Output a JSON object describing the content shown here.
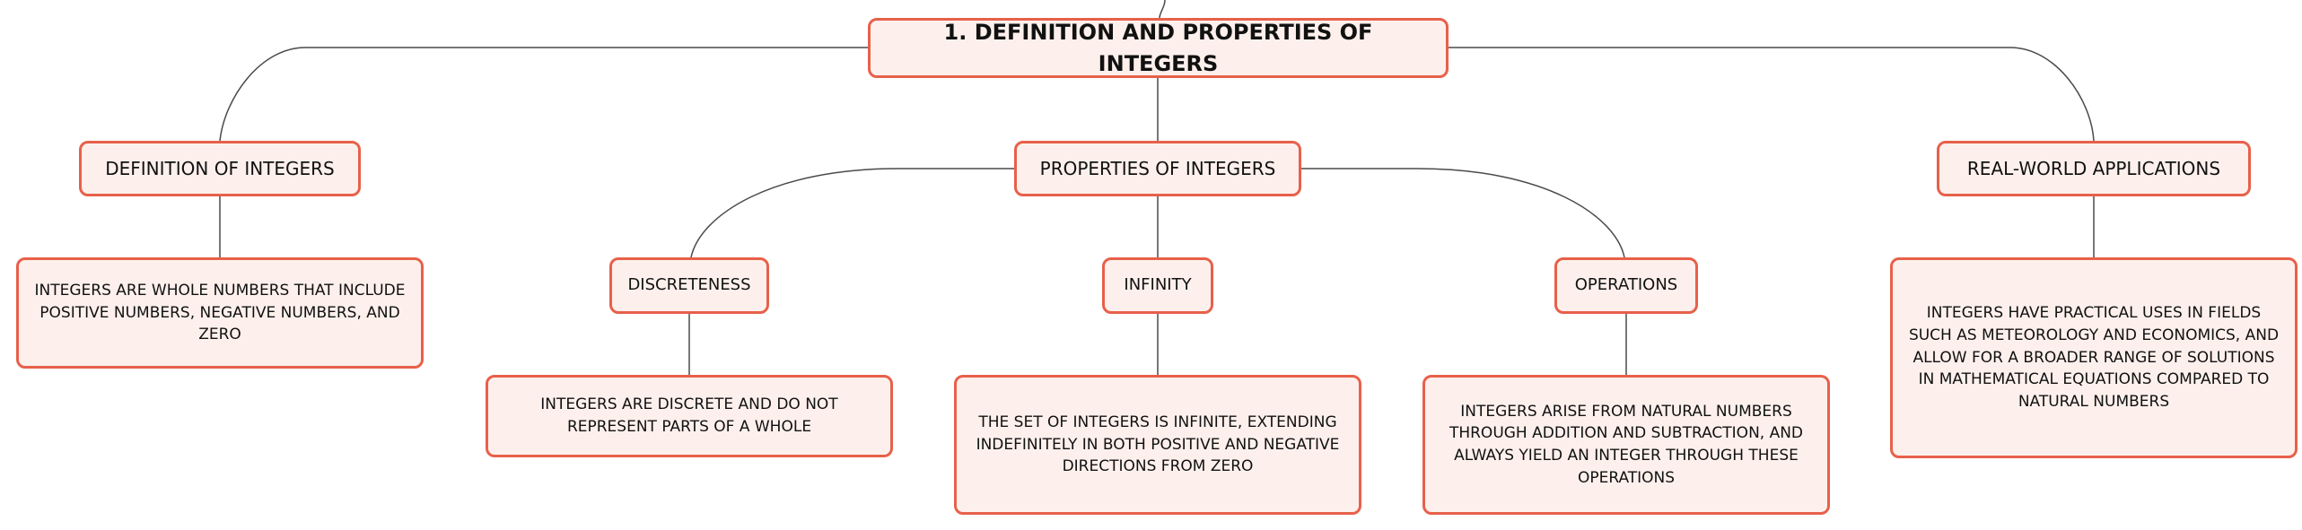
{
  "mindmap": {
    "root": {
      "label": "1. Definition and Properties of Integers"
    },
    "branches": [
      {
        "label": "Definition of Integers",
        "detail": "Integers are whole numbers that include positive numbers, negative numbers, and zero"
      },
      {
        "label": "Properties of Integers",
        "children": [
          {
            "label": "Discreteness",
            "detail": "Integers are discrete and do not represent parts of a whole"
          },
          {
            "label": "Infinity",
            "detail": "The set of integers is infinite, extending indefinitely in both positive and negative directions from zero"
          },
          {
            "label": "Operations",
            "detail": "Integers arise from natural numbers through addition and subtraction, and always yield an integer through these operations"
          }
        ]
      },
      {
        "label": "Real-World Applications",
        "detail": "Integers have practical uses in fields such as meteorology and economics, and allow for a broader range of solutions in mathematical equations compared to natural numbers"
      }
    ],
    "colors": {
      "node_fill": "#fdf0ec",
      "node_border": "#e8604a",
      "link": "#4a4a4a",
      "text": "#111111"
    }
  }
}
